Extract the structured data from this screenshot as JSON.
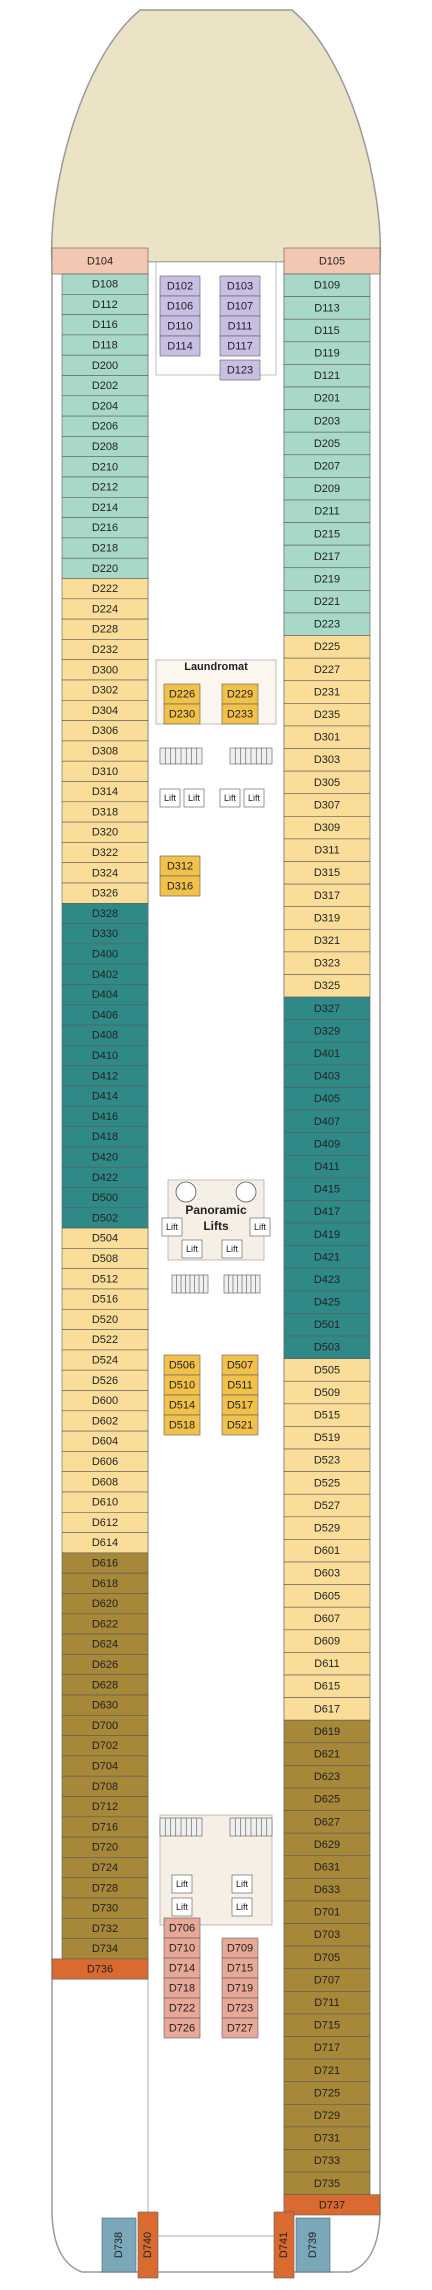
{
  "colors": {
    "hull_outline": "#9a9a9a",
    "bow": "#ece3c6",
    "salmon": "#f3c7b2",
    "lavender": "#c9bfe4",
    "mint": "#a8d8c8",
    "cream": "#fadd98",
    "teal": "#2f8a87",
    "gold": "#f2c14a",
    "olive": "#a78738",
    "rose": "#e8a898",
    "orange": "#d96a30",
    "bluegray": "#7aa8b8",
    "corridor": "#ffffff",
    "lift_area": "#f6efe6",
    "cabin_border": "#5c5c5c"
  },
  "port_cabins": {
    "top": "D104",
    "mint": [
      "D108",
      "D112",
      "D116",
      "D118",
      "D200",
      "D202",
      "D204",
      "D206",
      "D208",
      "D210",
      "D212",
      "D214",
      "D216",
      "D218",
      "D220"
    ],
    "cream_a": [
      "D222",
      "D224",
      "D228",
      "D232",
      "D300",
      "D302",
      "D304",
      "D306",
      "D308",
      "D310",
      "D314",
      "D318",
      "D320",
      "D322",
      "D324",
      "D326"
    ],
    "teal": [
      "D328",
      "D330",
      "D400",
      "D402",
      "D404",
      "D406",
      "D408",
      "D410",
      "D412",
      "D414",
      "D416",
      "D418",
      "D420",
      "D422",
      "D500",
      "D502"
    ],
    "cream_b": [
      "D504",
      "D508",
      "D512",
      "D516",
      "D520",
      "D522",
      "D524",
      "D526",
      "D600",
      "D602",
      "D604",
      "D606",
      "D608",
      "D610",
      "D612",
      "D614"
    ],
    "olive": [
      "D616",
      "D618",
      "D620",
      "D622",
      "D624",
      "D626",
      "D628",
      "D630",
      "D700",
      "D702",
      "D704",
      "D708",
      "D712",
      "D716",
      "D720",
      "D724",
      "D728",
      "D730",
      "D732",
      "D734"
    ],
    "end": "D736"
  },
  "starboard_cabins": {
    "top": "D105",
    "mint": [
      "D109",
      "D113",
      "D115",
      "D119",
      "D121",
      "D201",
      "D203",
      "D205",
      "D207",
      "D209",
      "D211",
      "D215",
      "D217",
      "D219",
      "D221",
      "D223"
    ],
    "cream_a": [
      "D225",
      "D227",
      "D231",
      "D235",
      "D301",
      "D303",
      "D305",
      "D307",
      "D309",
      "D311",
      "D315",
      "D317",
      "D319",
      "D321",
      "D323",
      "D325"
    ],
    "teal": [
      "D327",
      "D329",
      "D401",
      "D403",
      "D405",
      "D407",
      "D409",
      "D411",
      "D415",
      "D417",
      "D419",
      "D421",
      "D423",
      "D425",
      "D501",
      "D503"
    ],
    "cream_b": [
      "D505",
      "D509",
      "D515",
      "D519",
      "D523",
      "D525",
      "D527",
      "D529",
      "D601",
      "D603",
      "D605",
      "D607",
      "D609",
      "D611",
      "D615",
      "D617"
    ],
    "olive": [
      "D619",
      "D621",
      "D623",
      "D625",
      "D627",
      "D629",
      "D631",
      "D633",
      "D701",
      "D703",
      "D705",
      "D707",
      "D711",
      "D715",
      "D717",
      "D721",
      "D725",
      "D729",
      "D731",
      "D733",
      "D735"
    ],
    "end": "D737"
  },
  "inner_cabins": {
    "lavender_left": [
      "D102",
      "D106",
      "D110",
      "D114"
    ],
    "lavender_right": [
      "D103",
      "D107",
      "D111",
      "D117"
    ],
    "lavender_single": "D123",
    "gold_laundry_left": [
      "D226",
      "D230"
    ],
    "gold_laundry_right": [
      "D229",
      "D233"
    ],
    "gold_mid": [
      "D312",
      "D316"
    ],
    "gold_block_left": [
      "D506",
      "D510",
      "D514",
      "D518"
    ],
    "gold_block_right": [
      "D507",
      "D511",
      "D517",
      "D521"
    ],
    "rose_left": [
      "D706",
      "D710",
      "D714",
      "D718",
      "D722",
      "D726"
    ],
    "rose_right": [
      "D709",
      "D715",
      "D719",
      "D723",
      "D727"
    ]
  },
  "stern_cabins": {
    "port": [
      "D738",
      "D740"
    ],
    "starboard": [
      "D741",
      "D739"
    ]
  },
  "labels": {
    "laundromat": "Laundromat",
    "lift": "Lift",
    "panoramic": "Panoramic",
    "lifts": "Lifts"
  }
}
